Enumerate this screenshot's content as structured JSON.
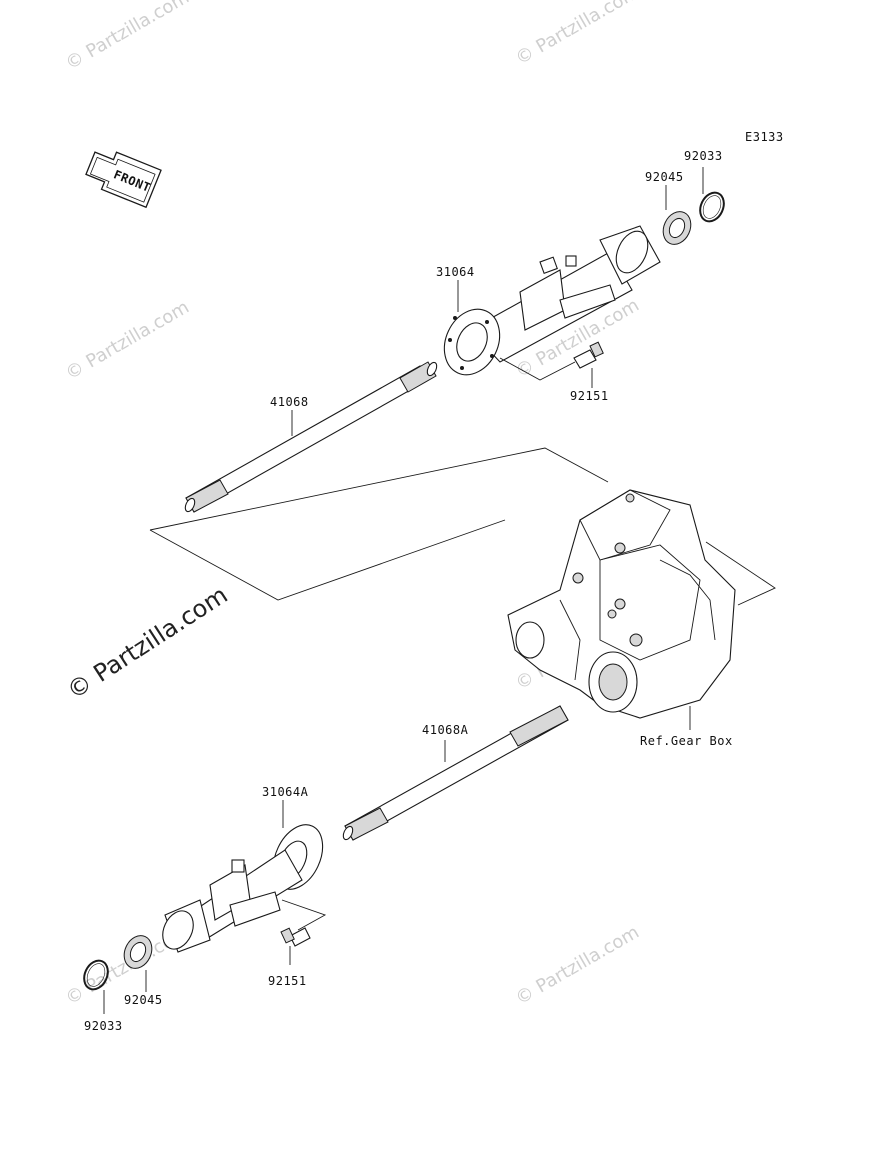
{
  "diagram": {
    "code": "E3133",
    "front_label": "FRONT",
    "watermark_text": "© Partzilla.com",
    "watermark_large": "© Partzilla.com",
    "callouts": {
      "top_clip": "92033",
      "top_bearing": "92045",
      "top_housing": "31064",
      "top_bolt": "92151",
      "top_shaft": "41068",
      "gear_box": "Ref.Gear Box",
      "bottom_shaft": "41068A",
      "bottom_housing": "31064A",
      "bottom_bolt": "92151",
      "bottom_bearing": "92045",
      "bottom_clip": "92033"
    }
  }
}
